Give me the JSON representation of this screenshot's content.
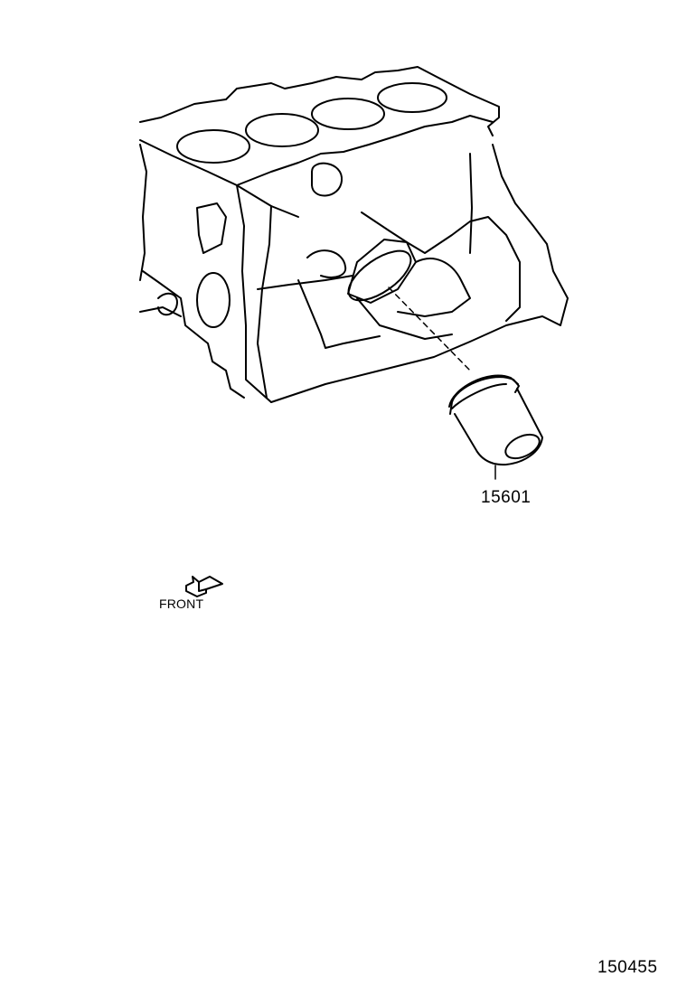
{
  "diagram": {
    "part": {
      "number": "15601"
    },
    "front_indicator": {
      "label": "FRONT",
      "icon": "arrow-icon"
    },
    "illustration_number": "150455"
  }
}
